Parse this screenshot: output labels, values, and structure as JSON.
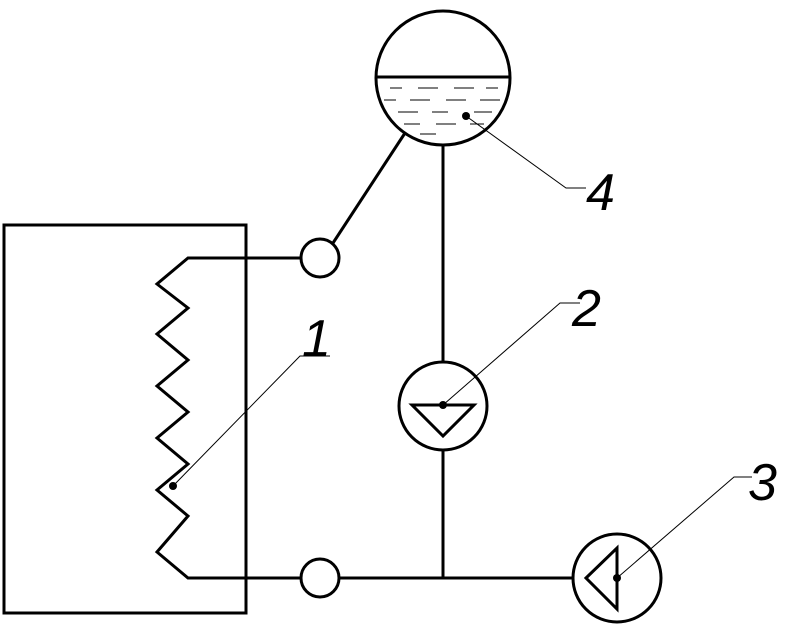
{
  "labels": {
    "furnace": "1",
    "circulation_pump": "2",
    "feed_pump": "3",
    "drum": "4"
  }
}
